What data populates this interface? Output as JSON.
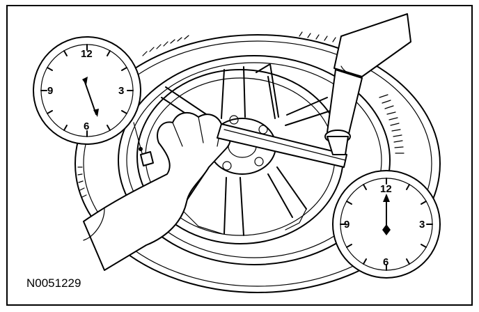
{
  "figure": {
    "id_label": "N0051229",
    "colors": {
      "line": "#000000",
      "background": "#ffffff"
    }
  },
  "clock_left": {
    "numbers": {
      "n12": "12",
      "n3": "3",
      "n6": "6",
      "n9": "9"
    },
    "hand_position": "about 5 o'clock"
  },
  "clock_right": {
    "numbers": {
      "n12": "12",
      "n3": "3",
      "n6": "6",
      "n9": "9"
    },
    "hand_position": "12 o'clock"
  },
  "icons": [
    "wheel-icon",
    "tire-icon",
    "hand-icon",
    "lug-wrench-icon",
    "lug-nut-icon",
    "clock-dial-icon"
  ]
}
